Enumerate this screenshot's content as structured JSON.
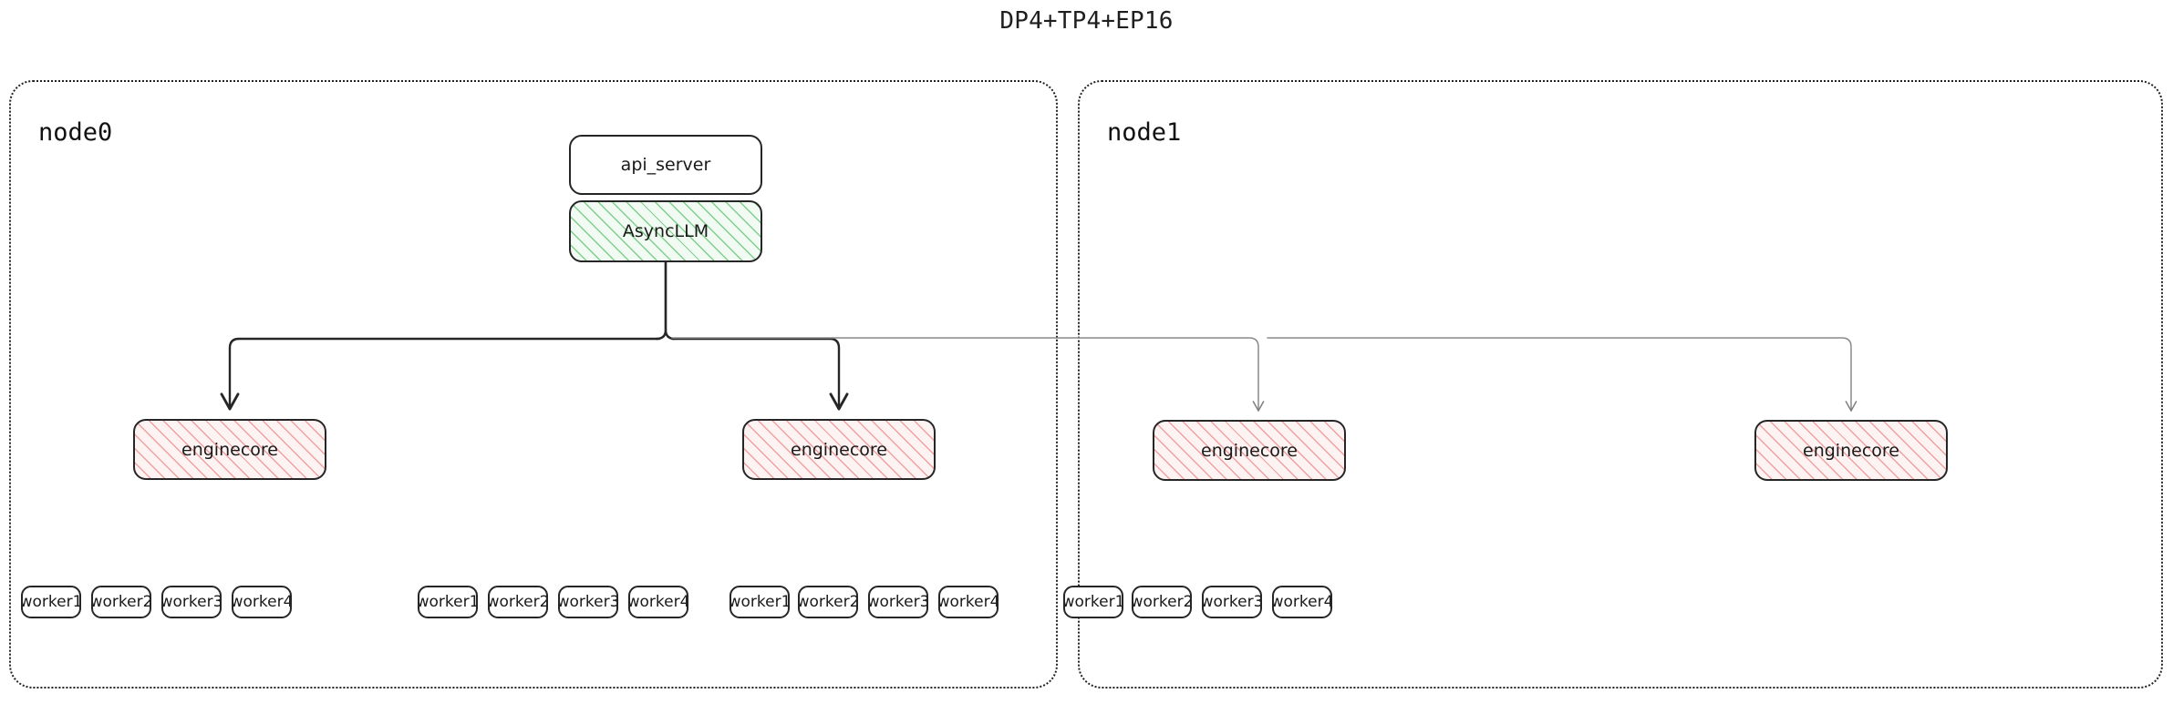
{
  "title": "DP4+TP4+EP16",
  "colors": {
    "stroke_dark": "#262626",
    "stroke_light": "#8a8a8a",
    "engine_hatch": "#ec8c8c",
    "async_hatch": "#6ac878",
    "container_border": "#222222",
    "background": "#ffffff"
  },
  "nodes": [
    {
      "id": "node0",
      "label": "node0",
      "frontend": {
        "api_server": "api_server",
        "async_llm": "AsyncLLM"
      },
      "enginecores": [
        {
          "label": "enginecore",
          "workers": [
            "worker1",
            "worker2",
            "worker3",
            "worker4"
          ]
        },
        {
          "label": "enginecore",
          "workers": [
            "worker1",
            "worker2",
            "worker3",
            "worker4"
          ]
        }
      ]
    },
    {
      "id": "node1",
      "label": "node1",
      "enginecores": [
        {
          "label": "enginecore",
          "workers": [
            "worker1",
            "worker2",
            "worker3",
            "worker4"
          ]
        },
        {
          "label": "enginecore",
          "workers": [
            "worker1",
            "worker2",
            "worker3",
            "worker4"
          ]
        }
      ]
    }
  ],
  "edges": [
    {
      "from": "AsyncLLM",
      "to": "node0.enginecore.0",
      "style": "dark"
    },
    {
      "from": "AsyncLLM",
      "to": "node0.enginecore.1",
      "style": "dark"
    },
    {
      "from": "AsyncLLM",
      "to": "node1.enginecore.0",
      "style": "light"
    },
    {
      "from": "AsyncLLM",
      "to": "node1.enginecore.1",
      "style": "light"
    }
  ]
}
